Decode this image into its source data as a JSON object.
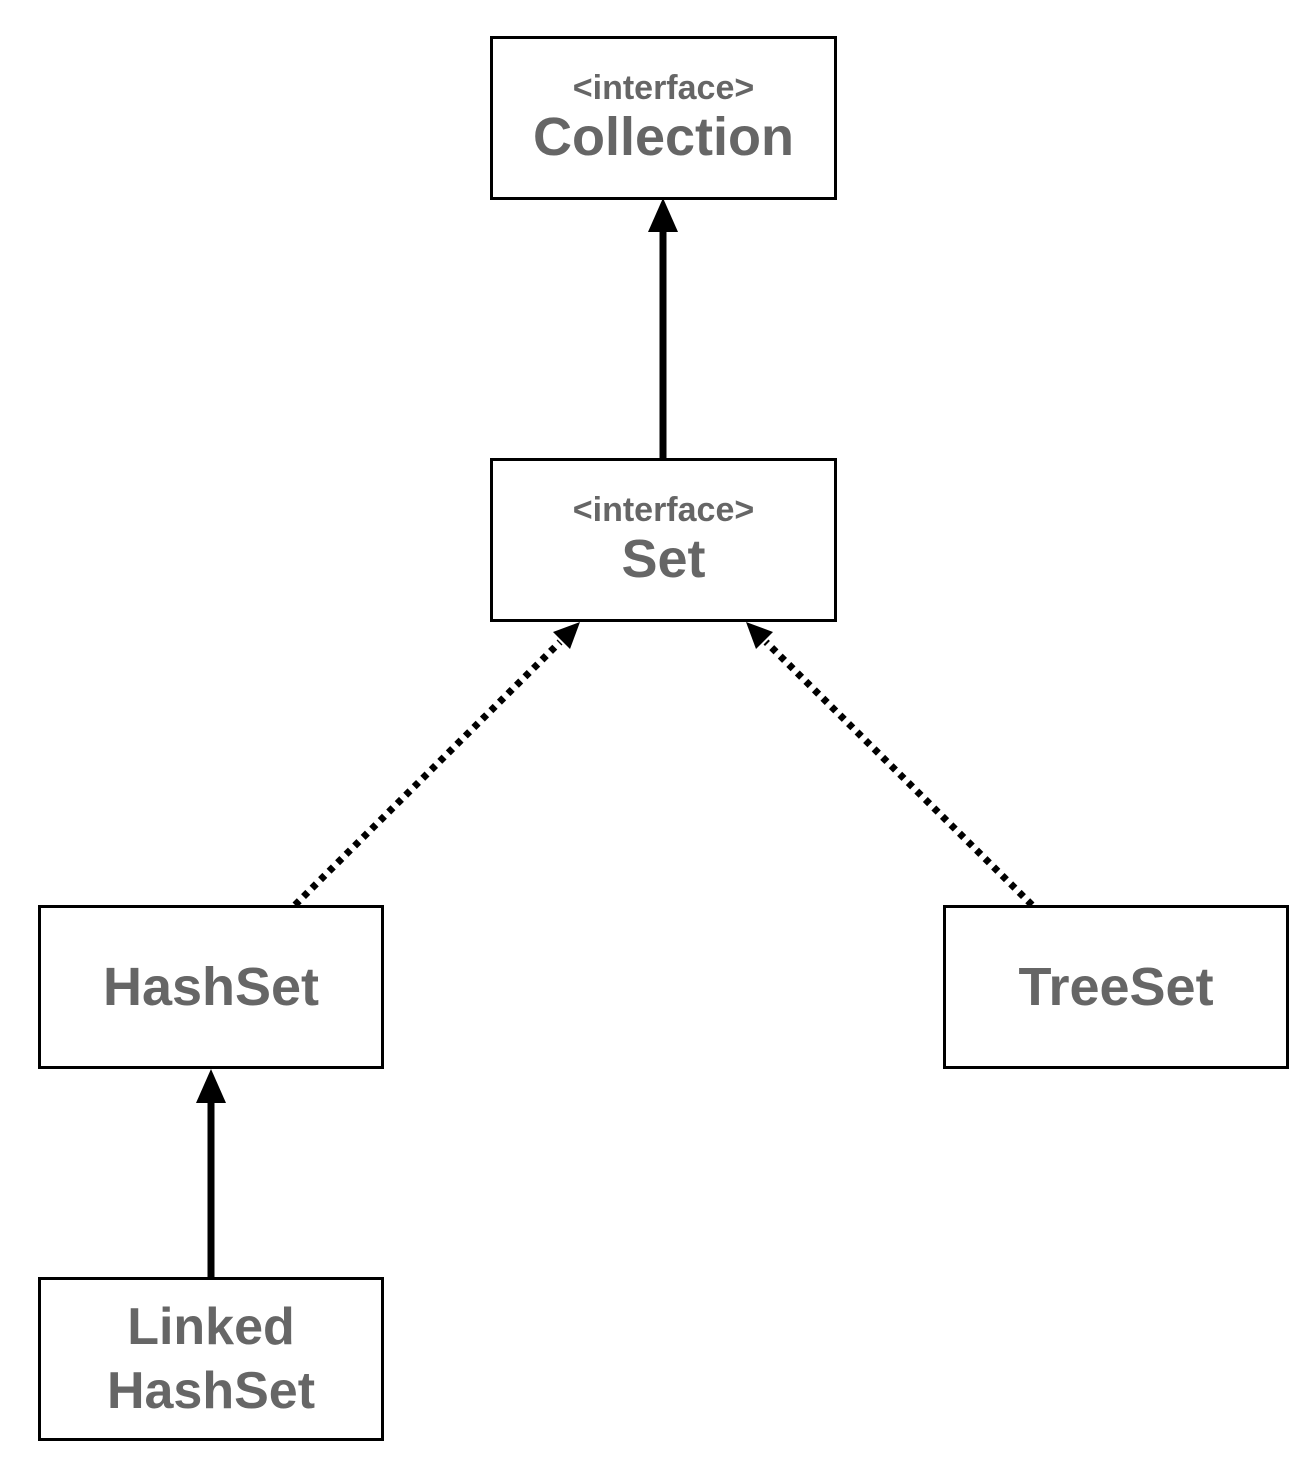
{
  "diagram": {
    "nodes": {
      "collection": {
        "stereotype": "<interface>",
        "name": "Collection"
      },
      "set": {
        "stereotype": "<interface>",
        "name": "Set"
      },
      "hashset": {
        "name": "HashSet"
      },
      "treeset": {
        "name": "TreeSet"
      },
      "linkedhashset": {
        "name_line1": "Linked",
        "name_line2": "HashSet"
      }
    },
    "edges": [
      {
        "from": "Set",
        "to": "Collection",
        "style": "solid"
      },
      {
        "from": "HashSet",
        "to": "Set",
        "style": "dotted"
      },
      {
        "from": "TreeSet",
        "to": "Set",
        "style": "dotted"
      },
      {
        "from": "LinkedHashSet",
        "to": "HashSet",
        "style": "solid"
      }
    ],
    "colors": {
      "box_border": "#000000",
      "text": "#666666",
      "arrow": "#000000",
      "background": "#ffffff"
    }
  }
}
